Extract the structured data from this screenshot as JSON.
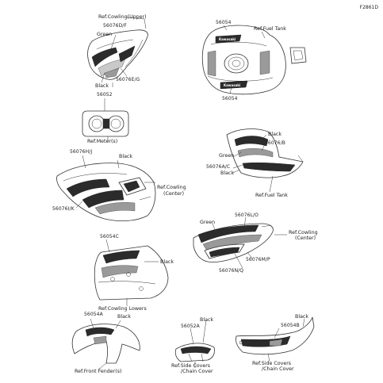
{
  "catalog_id": "F2861D",
  "groups": {
    "upper_cowling": {
      "ref": "Ref.Cowling(Upper)",
      "part_top": "56076D/F",
      "color_top": "Green",
      "color_bottom": "Black",
      "part_bottom": "56076E/G"
    },
    "fuel_tank_top": {
      "part_top": "56054",
      "ref": "Ref.Fuel Tank",
      "part_bottom": "56054"
    },
    "meter": {
      "part": "56052",
      "ref": "Ref.Meter(s)"
    },
    "fuel_tank_side": {
      "color_top": "Black",
      "part_top": "56076/B",
      "color_mid": "Green",
      "part_mid": "56076A/C",
      "color_bottom": "Black",
      "ref": "Ref.Fuel Tank"
    },
    "center_cowling_left": {
      "part_top": "56076H/J",
      "color_top": "Black",
      "ref_line1": "Ref.Cowling",
      "ref_line2": "(Center)",
      "part_bottom": "56076I/K"
    },
    "center_cowling_right": {
      "color_top": "Green",
      "part_top": "56076L/O",
      "ref_line1": "Ref.Cowling",
      "ref_line2": "(Center)",
      "part_mid": "56076M/P",
      "part_bottom": "56076N/Q"
    },
    "cowling_lowers": {
      "part": "56054C",
      "color": "Black",
      "ref": "Ref.Cowling Lowers"
    },
    "front_fender": {
      "part": "56054A",
      "color": "Black",
      "ref": "Ref.Front Fender(s)"
    },
    "side_covers_center": {
      "color": "Black",
      "part": "56052A",
      "ref_line1": "Ref.Side Covers",
      "ref_line2": "/Chain Cover"
    },
    "side_covers_right": {
      "part": "56054B",
      "color": "Black",
      "ref_line1": "Ref.Side Covers",
      "ref_line2": "/Chain Cover"
    }
  }
}
